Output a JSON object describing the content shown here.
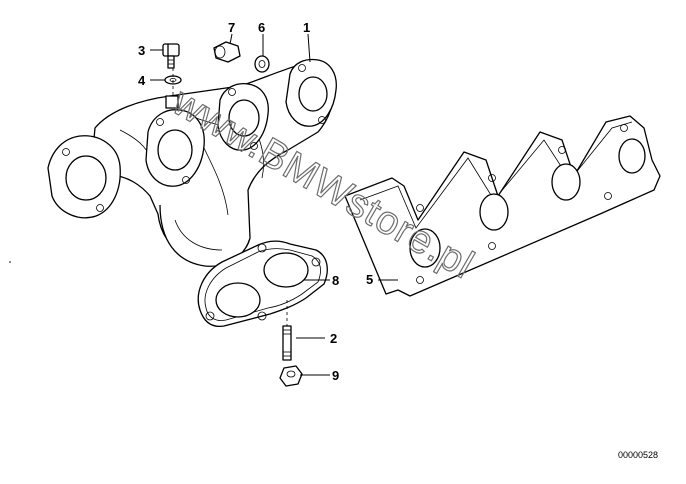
{
  "callouts": {
    "n1": "1",
    "n2": "2",
    "n3": "3",
    "n4": "4",
    "n5": "5",
    "n6": "6",
    "n7": "7",
    "n8": "8",
    "n9": "9"
  },
  "watermark": "www.BMWstore.pl",
  "part_number": "00000528",
  "colors": {
    "line": "#000000",
    "watermark": "#6e6e6e",
    "background": "#ffffff"
  }
}
